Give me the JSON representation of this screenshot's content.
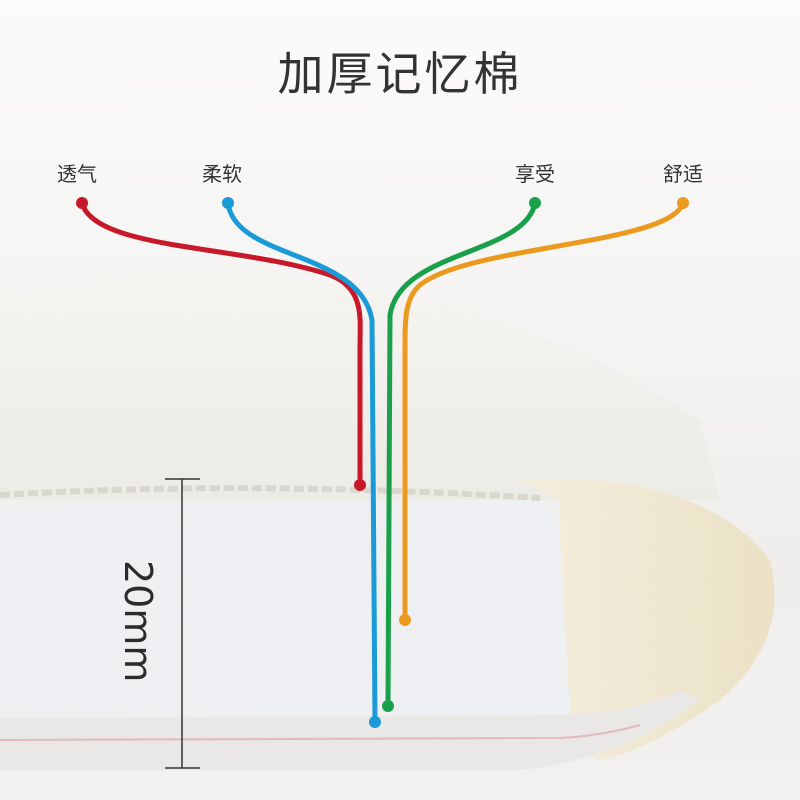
{
  "title": "加厚记忆棉",
  "labels": [
    "透气",
    "柔软",
    "享受",
    "舒适"
  ],
  "dimension": "20mm",
  "line_colors": {
    "red": "#c8192a",
    "blue": "#1a9ad6",
    "green": "#1aa04a",
    "orange": "#ec9a1e"
  }
}
